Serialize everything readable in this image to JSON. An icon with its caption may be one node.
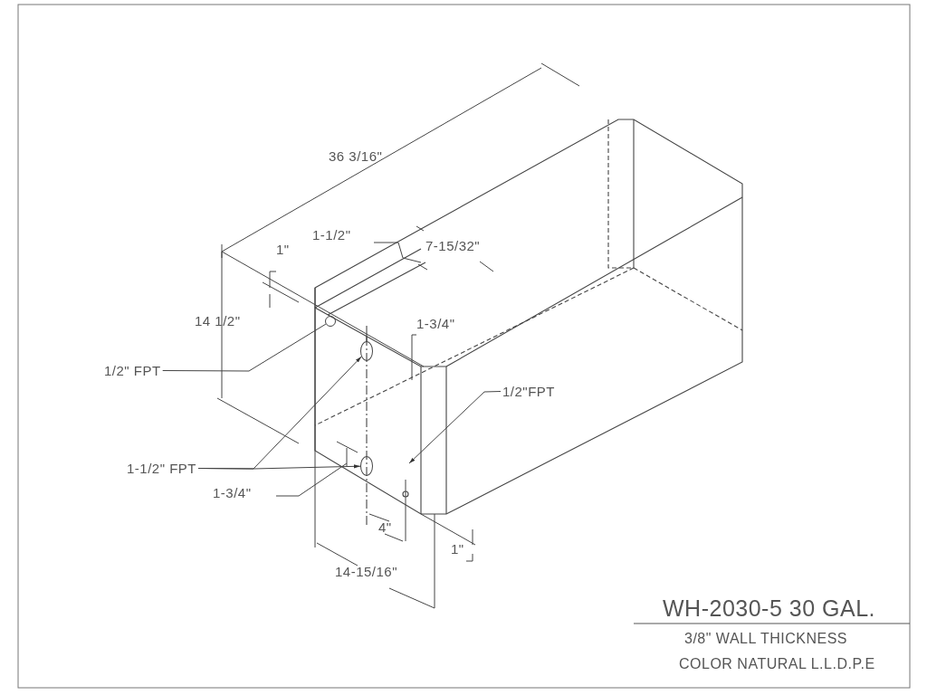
{
  "diagram": {
    "title": "WH-2030-5 30 GAL.",
    "nodes": [
      {
        "text": [
          "1/2\" FPT"
        ]
      },
      {
        "text": [],
        "shape": "circle"
      },
      {
        "text": [
          "1-1/2\" FPT"
        ]
      },
      {
        "text": [],
        "shape": "circle"
      },
      {
        "text": [],
        "shape": "circle"
      },
      {
        "text": [
          "1/2\"FPT"
        ]
      }
    ],
    "edges": [
      {
        "from": 0,
        "to": 1,
        "arrow": "none"
      },
      {
        "from": 2,
        "to": 3,
        "arrow": "to"
      },
      {
        "from": 2,
        "to": 4,
        "arrow": "to"
      },
      {
        "from": 5,
        "to": null,
        "arrow": "to"
      }
    ],
    "labels": [
      "36 3/16\"",
      "1-1/2\"",
      "7-15/32\"",
      "1\"",
      "14 1/2\"",
      "1-3/4\"",
      "1-3/4\"",
      "4\"",
      "1\"",
      "14-15/16\"",
      "3/8\" WALL THICKNESS",
      "COLOR NATURAL L.L.D.P.E"
    ]
  }
}
